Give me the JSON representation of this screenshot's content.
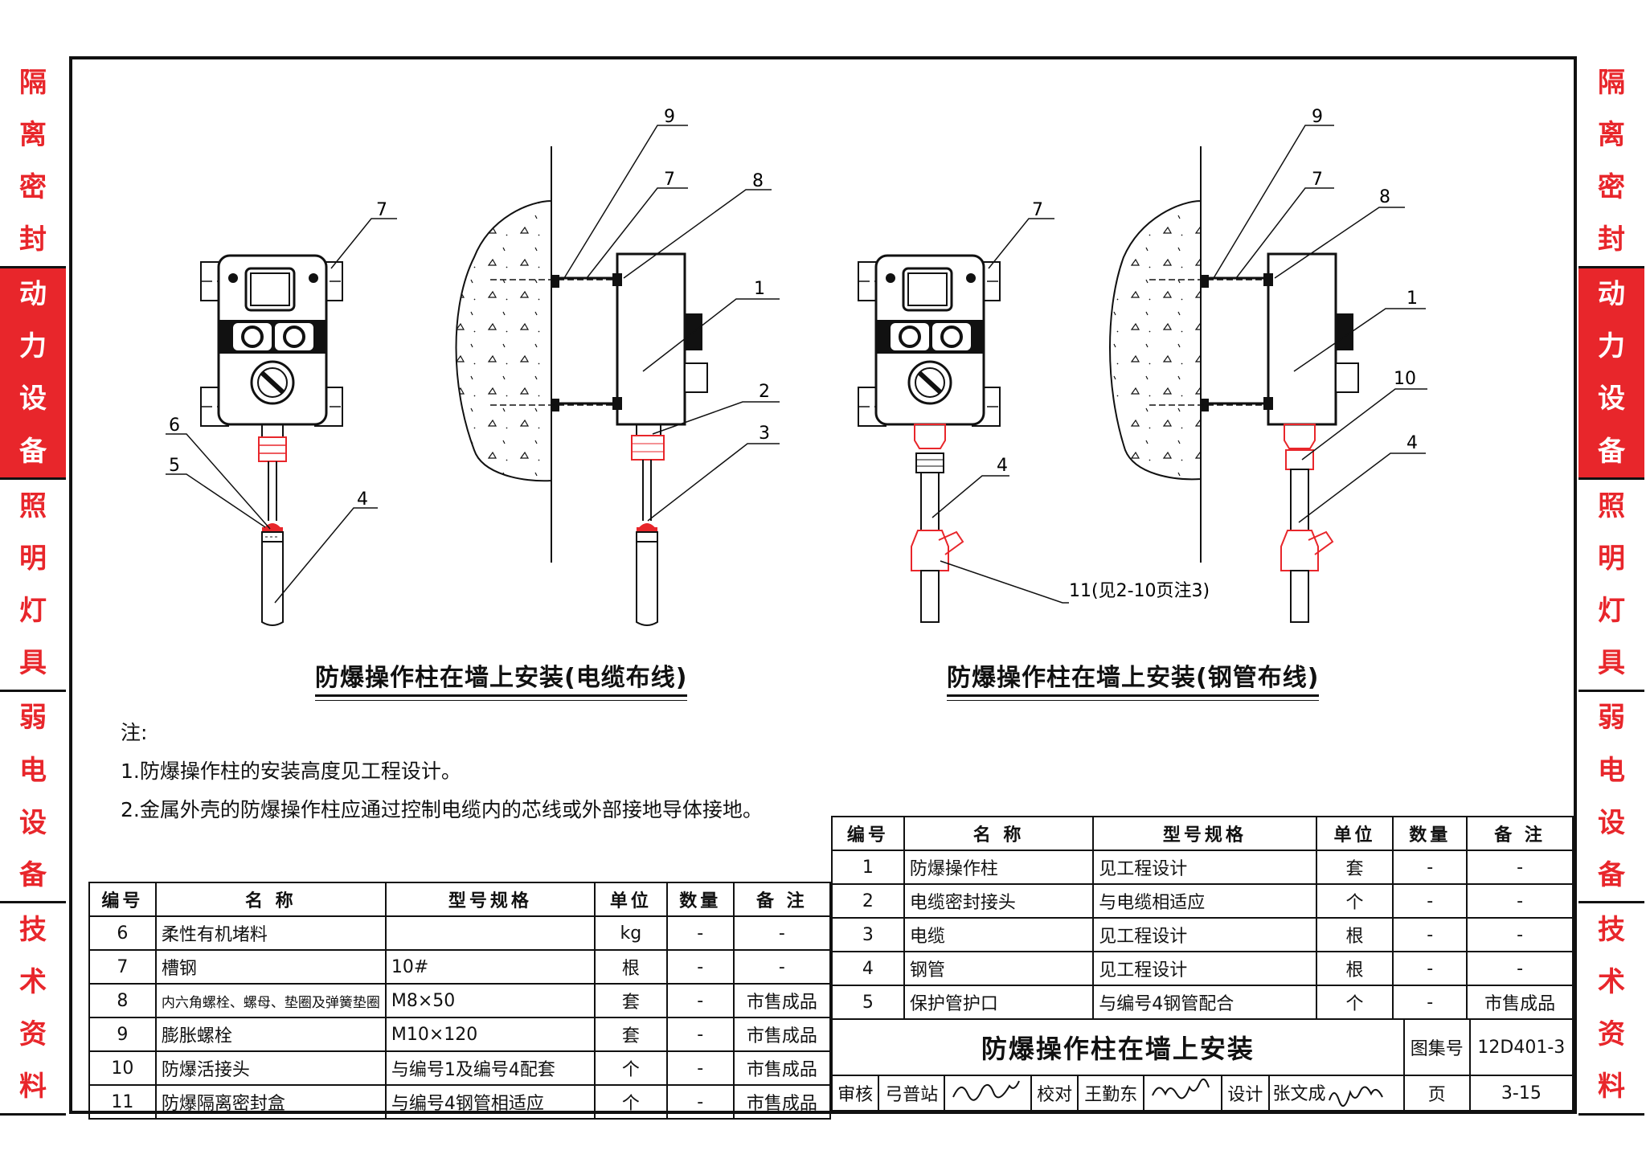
{
  "side_tabs": [
    "隔离密封",
    "动力设备",
    "照明灯具",
    "弱电设备",
    "技术资料"
  ],
  "active_tab": "动力设备",
  "drawing1": {
    "title": "防爆操作柱在墙上安装(电缆布线)",
    "front_labels": [
      "7",
      "6",
      "5",
      "4"
    ],
    "side_labels": [
      "9",
      "7",
      "8",
      "1",
      "2",
      "3"
    ]
  },
  "drawing2": {
    "title": "防爆操作柱在墙上安装(钢管布线)",
    "front_labels": [
      "7",
      "4"
    ],
    "side_labels": [
      "9",
      "7",
      "8",
      "1",
      "10",
      "4"
    ],
    "callout": "11(见2-10页注3)"
  },
  "notes": {
    "heading": "注:",
    "items": [
      "1.防爆操作柱的安装高度见工程设计。",
      "2.金属外壳的防爆操作柱应通过控制电缆内的芯线或外部接地导体接地。"
    ]
  },
  "table_headers": [
    "编号",
    "名 称",
    "型号规格",
    "单位",
    "数量",
    "备 注"
  ],
  "table_left": [
    [
      "6",
      "柔性有机堵料",
      "",
      "kg",
      "-",
      "-"
    ],
    [
      "7",
      "槽钢",
      "10#",
      "根",
      "-",
      "-"
    ],
    [
      "8",
      "内六角螺栓、螺母、垫圈及弹簧垫圈",
      "M8×50",
      "套",
      "-",
      "市售成品"
    ],
    [
      "9",
      "膨胀螺栓",
      "M10×120",
      "套",
      "-",
      "市售成品"
    ],
    [
      "10",
      "防爆活接头",
      "与编号1及编号4配套",
      "个",
      "-",
      "市售成品"
    ],
    [
      "11",
      "防爆隔离密封盒",
      "与编号4钢管相适应",
      "个",
      "-",
      "市售成品"
    ]
  ],
  "table_right": [
    [
      "1",
      "防爆操作柱",
      "见工程设计",
      "套",
      "-",
      "-"
    ],
    [
      "2",
      "电缆密封接头",
      "与电缆相适应",
      "个",
      "-",
      "-"
    ],
    [
      "3",
      "电缆",
      "见工程设计",
      "根",
      "-",
      "-"
    ],
    [
      "4",
      "钢管",
      "见工程设计",
      "根",
      "-",
      "-"
    ],
    [
      "5",
      "保护管护口",
      "与编号4钢管配合",
      "个",
      "-",
      "市售成品"
    ]
  ],
  "title_block": {
    "main_title": "防爆操作柱在墙上安装",
    "atlas_label": "图集号",
    "atlas_no": "12D401-3",
    "review_label": "审核",
    "reviewer": "弓普站",
    "check_label": "校对",
    "checker": "王勤东",
    "design_label": "设计",
    "designer": "张文成",
    "page_label": "页",
    "page_no": "3-15"
  },
  "colors": {
    "accent": "#e8262b",
    "line": "#111111"
  }
}
